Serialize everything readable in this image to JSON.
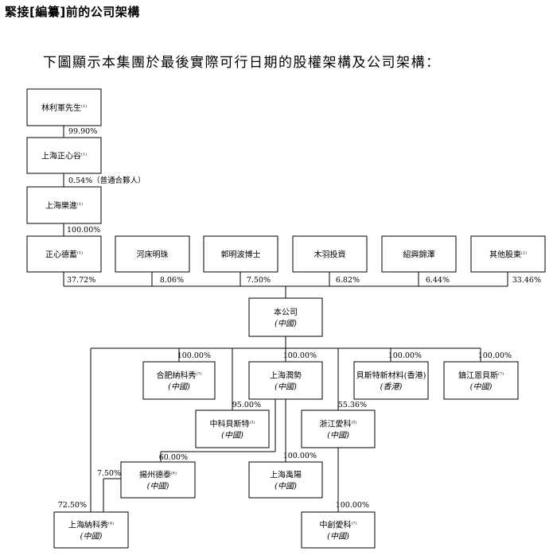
{
  "heading": "緊接[編纂]前的公司架構",
  "intro": "下圖顯示本集團於最後實際可行日期的股權架構及公司架構：",
  "entities": {
    "lin": {
      "name": "林利軍先生",
      "sup": "(1)"
    },
    "zxg": {
      "name": "上海正心谷",
      "sup": "(1)"
    },
    "ylj": {
      "name": "上海樂進",
      "sup": "(1)"
    },
    "zxdr": {
      "name": "正心德蓄",
      "sup": "(1)"
    },
    "hcmz": {
      "name": "河床明珠"
    },
    "gmb": {
      "name": "郭明波博士"
    },
    "myt": {
      "name": "木羽投資"
    },
    "sxjz": {
      "name": "紹興錦澤"
    },
    "qtgd": {
      "name": "其他股東",
      "sup": "(2)"
    },
    "company": {
      "name": "本公司",
      "loc": "(中國)"
    },
    "hfnk": {
      "name": "合肥納科秀",
      "sup": "(7)",
      "loc": "(中國)"
    },
    "shrs": {
      "name": "上海潤勢",
      "loc": "(中國)"
    },
    "bst_hk": {
      "name": "貝斯特新材料(香港)",
      "loc": "(香港)"
    },
    "zjeb": {
      "name": "鎮江恩貝斯",
      "sup": "(7)",
      "loc": "(中國)"
    },
    "zkbst": {
      "name": "中科貝斯特",
      "sup": "(3)",
      "loc": "(中國)"
    },
    "zjak": {
      "name": "浙江愛科",
      "sup": "(5)",
      "loc": "(中國)"
    },
    "yzdt": {
      "name": "揚州德泰",
      "sup": "(6)",
      "loc": "(中國)"
    },
    "shyy": {
      "name": "上海禹陽",
      "loc": "(中國)"
    },
    "shnk": {
      "name": "上海納科秀",
      "sup": "(4)",
      "loc": "(中國)"
    },
    "zcak": {
      "name": "中創愛科",
      "sup": "(7)",
      "loc": "(中國)"
    }
  },
  "percentages": {
    "lin_zxg": "99.90%",
    "zxg_ylj": "0.54%（普通合夥人）",
    "ylj_zxdr": "100.00%",
    "zxdr": "37.72%",
    "hcmz": "8.06%",
    "gmb": "7.50%",
    "myt": "6.82%",
    "sxjz": "6.44%",
    "qtgd": "33.46%",
    "hfnk": "100.00%",
    "shrs": "100.00%",
    "bst_hk": "100.00%",
    "zjeb": "100.00%",
    "zkbst": "95.00%",
    "zjak": "55.36%",
    "yzdt": "60.00%",
    "shyy": "100.00%",
    "shnk_72": "72.50%",
    "shnk_7": "7.50%",
    "zcak": "100.00%"
  }
}
